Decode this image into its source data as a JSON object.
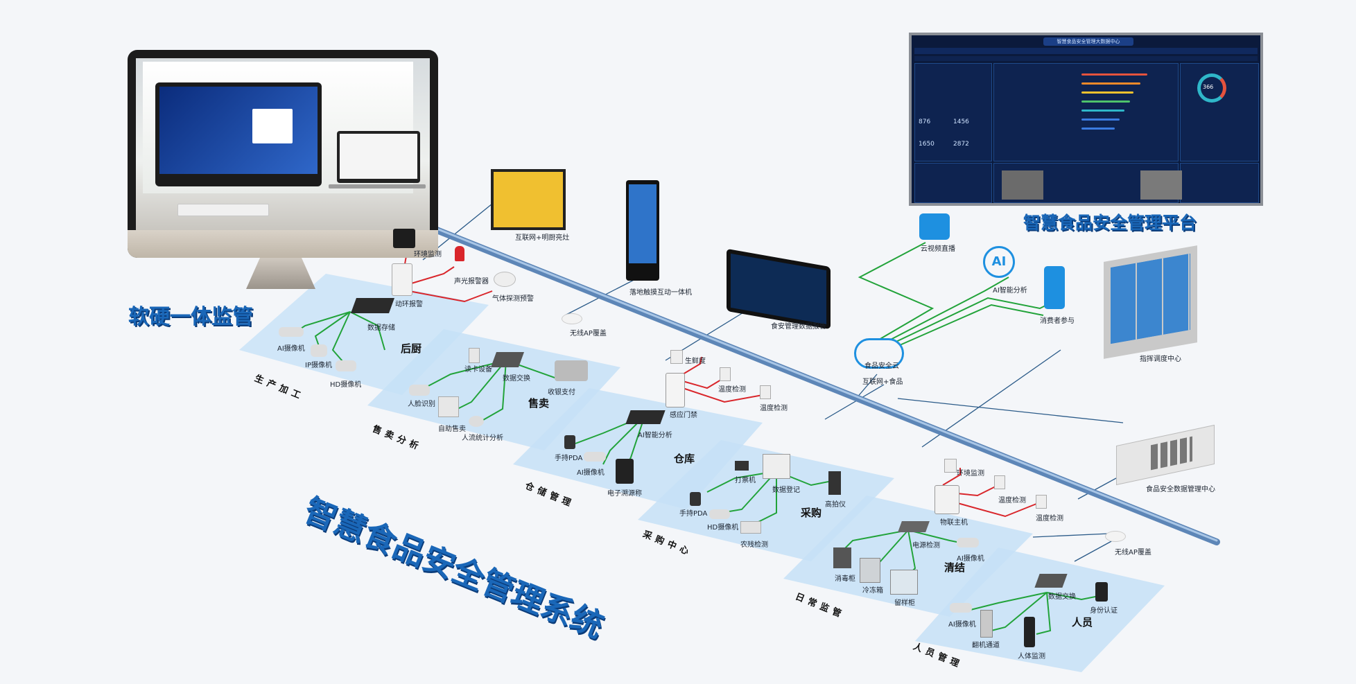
{
  "titles": {
    "main_system": "智慧食品安全管理系统",
    "platform": "智慧食品安全管理平台",
    "supervision": "软硬一体监管"
  },
  "dashboard": {
    "title": "智慧食品安全管理大数据中心",
    "stats": [
      "876",
      "1456",
      "1650",
      "2872"
    ],
    "gauge": "366"
  },
  "zones": {
    "production": {
      "title": "后厨",
      "label": "生产加工"
    },
    "sales": {
      "title": "售卖",
      "label": "售卖分析"
    },
    "storage": {
      "title": "仓库",
      "label": "仓储管理"
    },
    "purchase": {
      "title": "采购",
      "label": "采购中心"
    },
    "cleaning": {
      "title": "清结",
      "label": "日常监管"
    },
    "staff": {
      "title": "人员",
      "label": "人员管理"
    }
  },
  "devices": {
    "env_monitor": "环境监测",
    "dynamic_alarm": "动环报警",
    "sound_light_alarm": "声光报警器",
    "gas_detector": "气体探测预警",
    "data_storage": "数据存储",
    "ai_camera_1": "AI摄像机",
    "ip_camera": "IP摄像机",
    "hd_camera_1": "HD摄像机",
    "internet_kitchen": "互联网+明厨亮灶",
    "kiosk": "落地触摸互动一体机",
    "wireless_ap_1": "无线AP覆盖",
    "card_reader": "读卡设备",
    "data_switch_1": "数据交换",
    "cashier": "收银支付",
    "face_recognition": "人脸识别",
    "self_service": "自助售卖",
    "people_flow": "人流统计分析",
    "freshness": "生鲜度",
    "temp_detect_1": "温度检测",
    "temp_detect_2": "温度检测",
    "access_control": "感应门禁",
    "ai_analysis_1": "AI智能分析",
    "pda_1": "手持PDA",
    "ai_camera_2": "AI摄像机",
    "e_scale": "电子溯源称",
    "tablet_report": "食安管理数据报告",
    "ticket_printer": "打票机",
    "data_register": "数据登记",
    "high_camera": "高拍仪",
    "pda_2": "手持PDA",
    "hd_camera_2": "HD摄像机",
    "pesticide": "农残检测",
    "cloud_live": "云视频直播",
    "ai_analysis_2": "AI智能分析",
    "consumer": "消费者参与",
    "food_cloud": "食品安全云",
    "internet_food": "互联网+食品",
    "command_center": "指挥调度中心",
    "data_center": "食品安全数据管理中心",
    "env_monitor_2": "环境监测",
    "temp_detect_3": "温度检测",
    "temp_detect_4": "温度检测",
    "iot_host": "物联主机",
    "power_detect": "电源检测",
    "ai_camera_3": "AI摄像机",
    "disinfect_cabinet": "消毒柜",
    "freezer": "冷冻箱",
    "sample_cabinet": "留样柜",
    "wireless_ap_2": "无线AP覆盖",
    "data_switch_2": "数据交换",
    "id_auth": "身份认证",
    "ai_camera_4": "AI摄像机",
    "gate": "翻机通道",
    "body_detect": "人体监测"
  },
  "colors": {
    "brand_blue": "#1a67b8",
    "zone_fill": "#c5e1f7",
    "link_green": "#22a33a",
    "link_red": "#d9262b",
    "link_blue": "#2a5a88"
  }
}
